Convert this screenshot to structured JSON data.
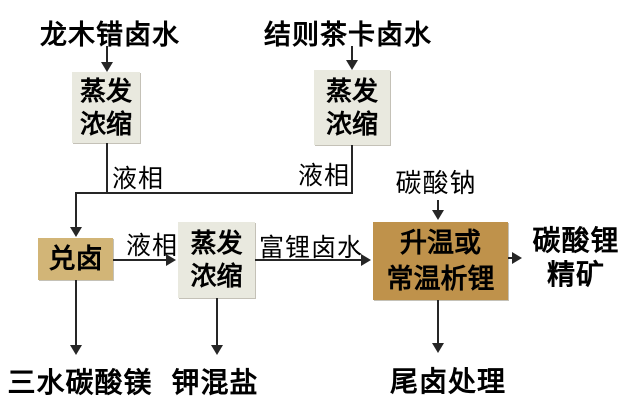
{
  "colors": {
    "background": "#ffffff",
    "text": "#000000",
    "connector": "#262626",
    "evaporation_box": "#e9e9df",
    "mix_box": "#d2b577",
    "precipitation_box": "#bf924b"
  },
  "sources": {
    "longmucuo": "龙木错卤水",
    "jiezechaka": "结则茶卡卤水"
  },
  "boxes": {
    "evaporation1": {
      "line1": "蒸发",
      "line2": "浓缩"
    },
    "evaporation2": {
      "line1": "蒸发",
      "line2": "浓缩"
    },
    "evaporation3": {
      "line1": "蒸发",
      "line2": "浓缩"
    },
    "mix": {
      "label": "兑卤"
    },
    "precipitation": {
      "line1": "升温或",
      "line2": "常温析锂"
    }
  },
  "flow_labels": {
    "liquid_phase1": "液相",
    "liquid_phase2": "液相",
    "liquid_phase3": "液相",
    "lithium_rich_brine": "富锂卤水",
    "sodium_carbonate": "碳酸钠"
  },
  "products": {
    "magnesium_carbonate": "三水碳酸镁",
    "potassium_mixed_salt": "钾混盐",
    "lithium_concentrate_line1": "碳酸锂",
    "lithium_concentrate_line2": "精矿",
    "tail_brine": "尾卤处理"
  }
}
